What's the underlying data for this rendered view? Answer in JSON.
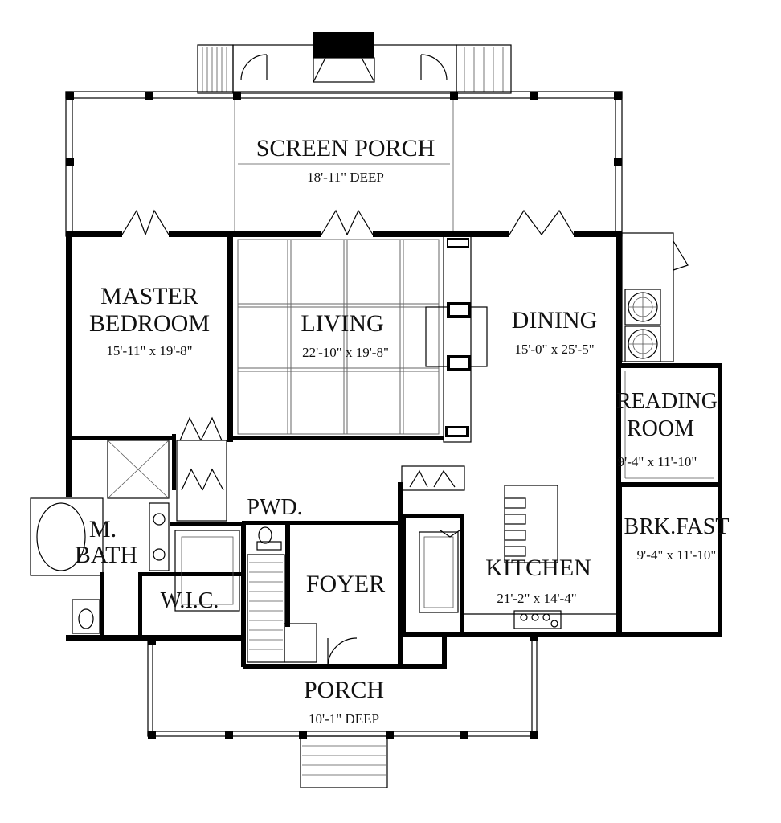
{
  "plan": {
    "rooms": {
      "screen_porch": {
        "name": "SCREEN PORCH",
        "dim": "18'-11\" DEEP"
      },
      "master_bedroom": {
        "name_line1": "MASTER",
        "name_line2": "BEDROOM",
        "dim": "15'-11\" x 19'-8\""
      },
      "living": {
        "name": "LIVING",
        "dim": "22'-10\" x 19'-8\""
      },
      "dining": {
        "name": "DINING",
        "dim": "15'-0\" x 25'-5\""
      },
      "reading_room": {
        "name_line1": "READING",
        "name_line2": "ROOM",
        "dim": "9'-4\" x 11'-10\""
      },
      "brk_fast": {
        "name": "BRK.FAST",
        "dim": "9'-4\" x 11'-10\""
      },
      "m_bath": {
        "name_line1": "M.",
        "name_line2": "BATH"
      },
      "pwd": {
        "name": "PWD."
      },
      "foyer": {
        "name": "FOYER"
      },
      "kitchen": {
        "name": "KITCHEN",
        "dim": "21'-2\" x 14'-4\""
      },
      "wic": {
        "name": "W.I.C."
      },
      "porch": {
        "name": "PORCH",
        "dim": "10'-1\" DEEP"
      }
    }
  }
}
